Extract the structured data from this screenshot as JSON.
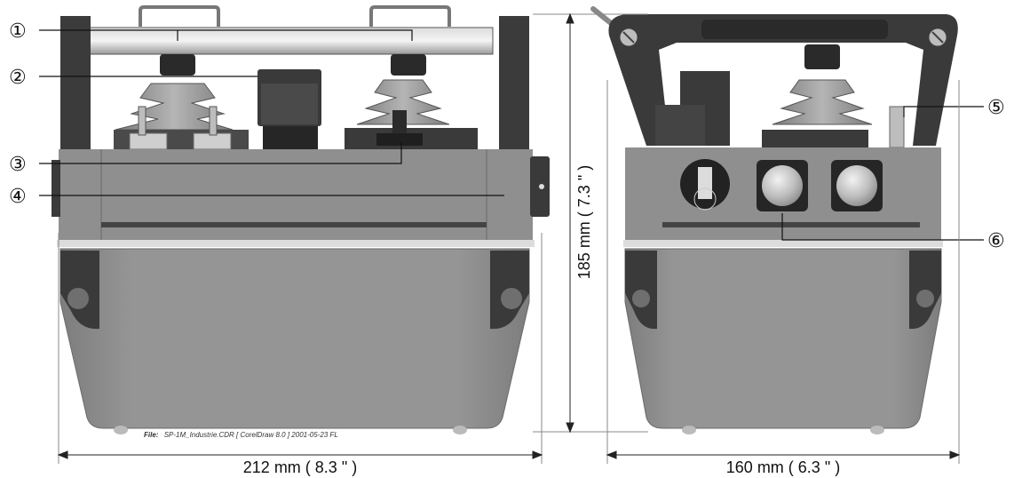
{
  "callouts": [
    {
      "id": "1",
      "glyph": "①"
    },
    {
      "id": "2",
      "glyph": "②"
    },
    {
      "id": "3",
      "glyph": "③"
    },
    {
      "id": "4",
      "glyph": "④"
    },
    {
      "id": "5",
      "glyph": "⑤"
    },
    {
      "id": "6",
      "glyph": "⑥"
    }
  ],
  "dimensions": {
    "front_width": "212 mm ( 8.3 \" )",
    "side_width": "160 mm ( 6.3 \" )",
    "height": "185 mm ( 7.3 \" )"
  },
  "file_info": {
    "label": "File:",
    "text": "SP-1M_Industrie.CDR [ CorelDraw 8.0 ] 2001-05-23 FL"
  },
  "colors": {
    "housing": "#8e8e8e",
    "housing_dark": "#6e6e6e",
    "frame": "#3a3a3a",
    "boot": "#a8a8a8",
    "knob": "#2a2a2a"
  }
}
